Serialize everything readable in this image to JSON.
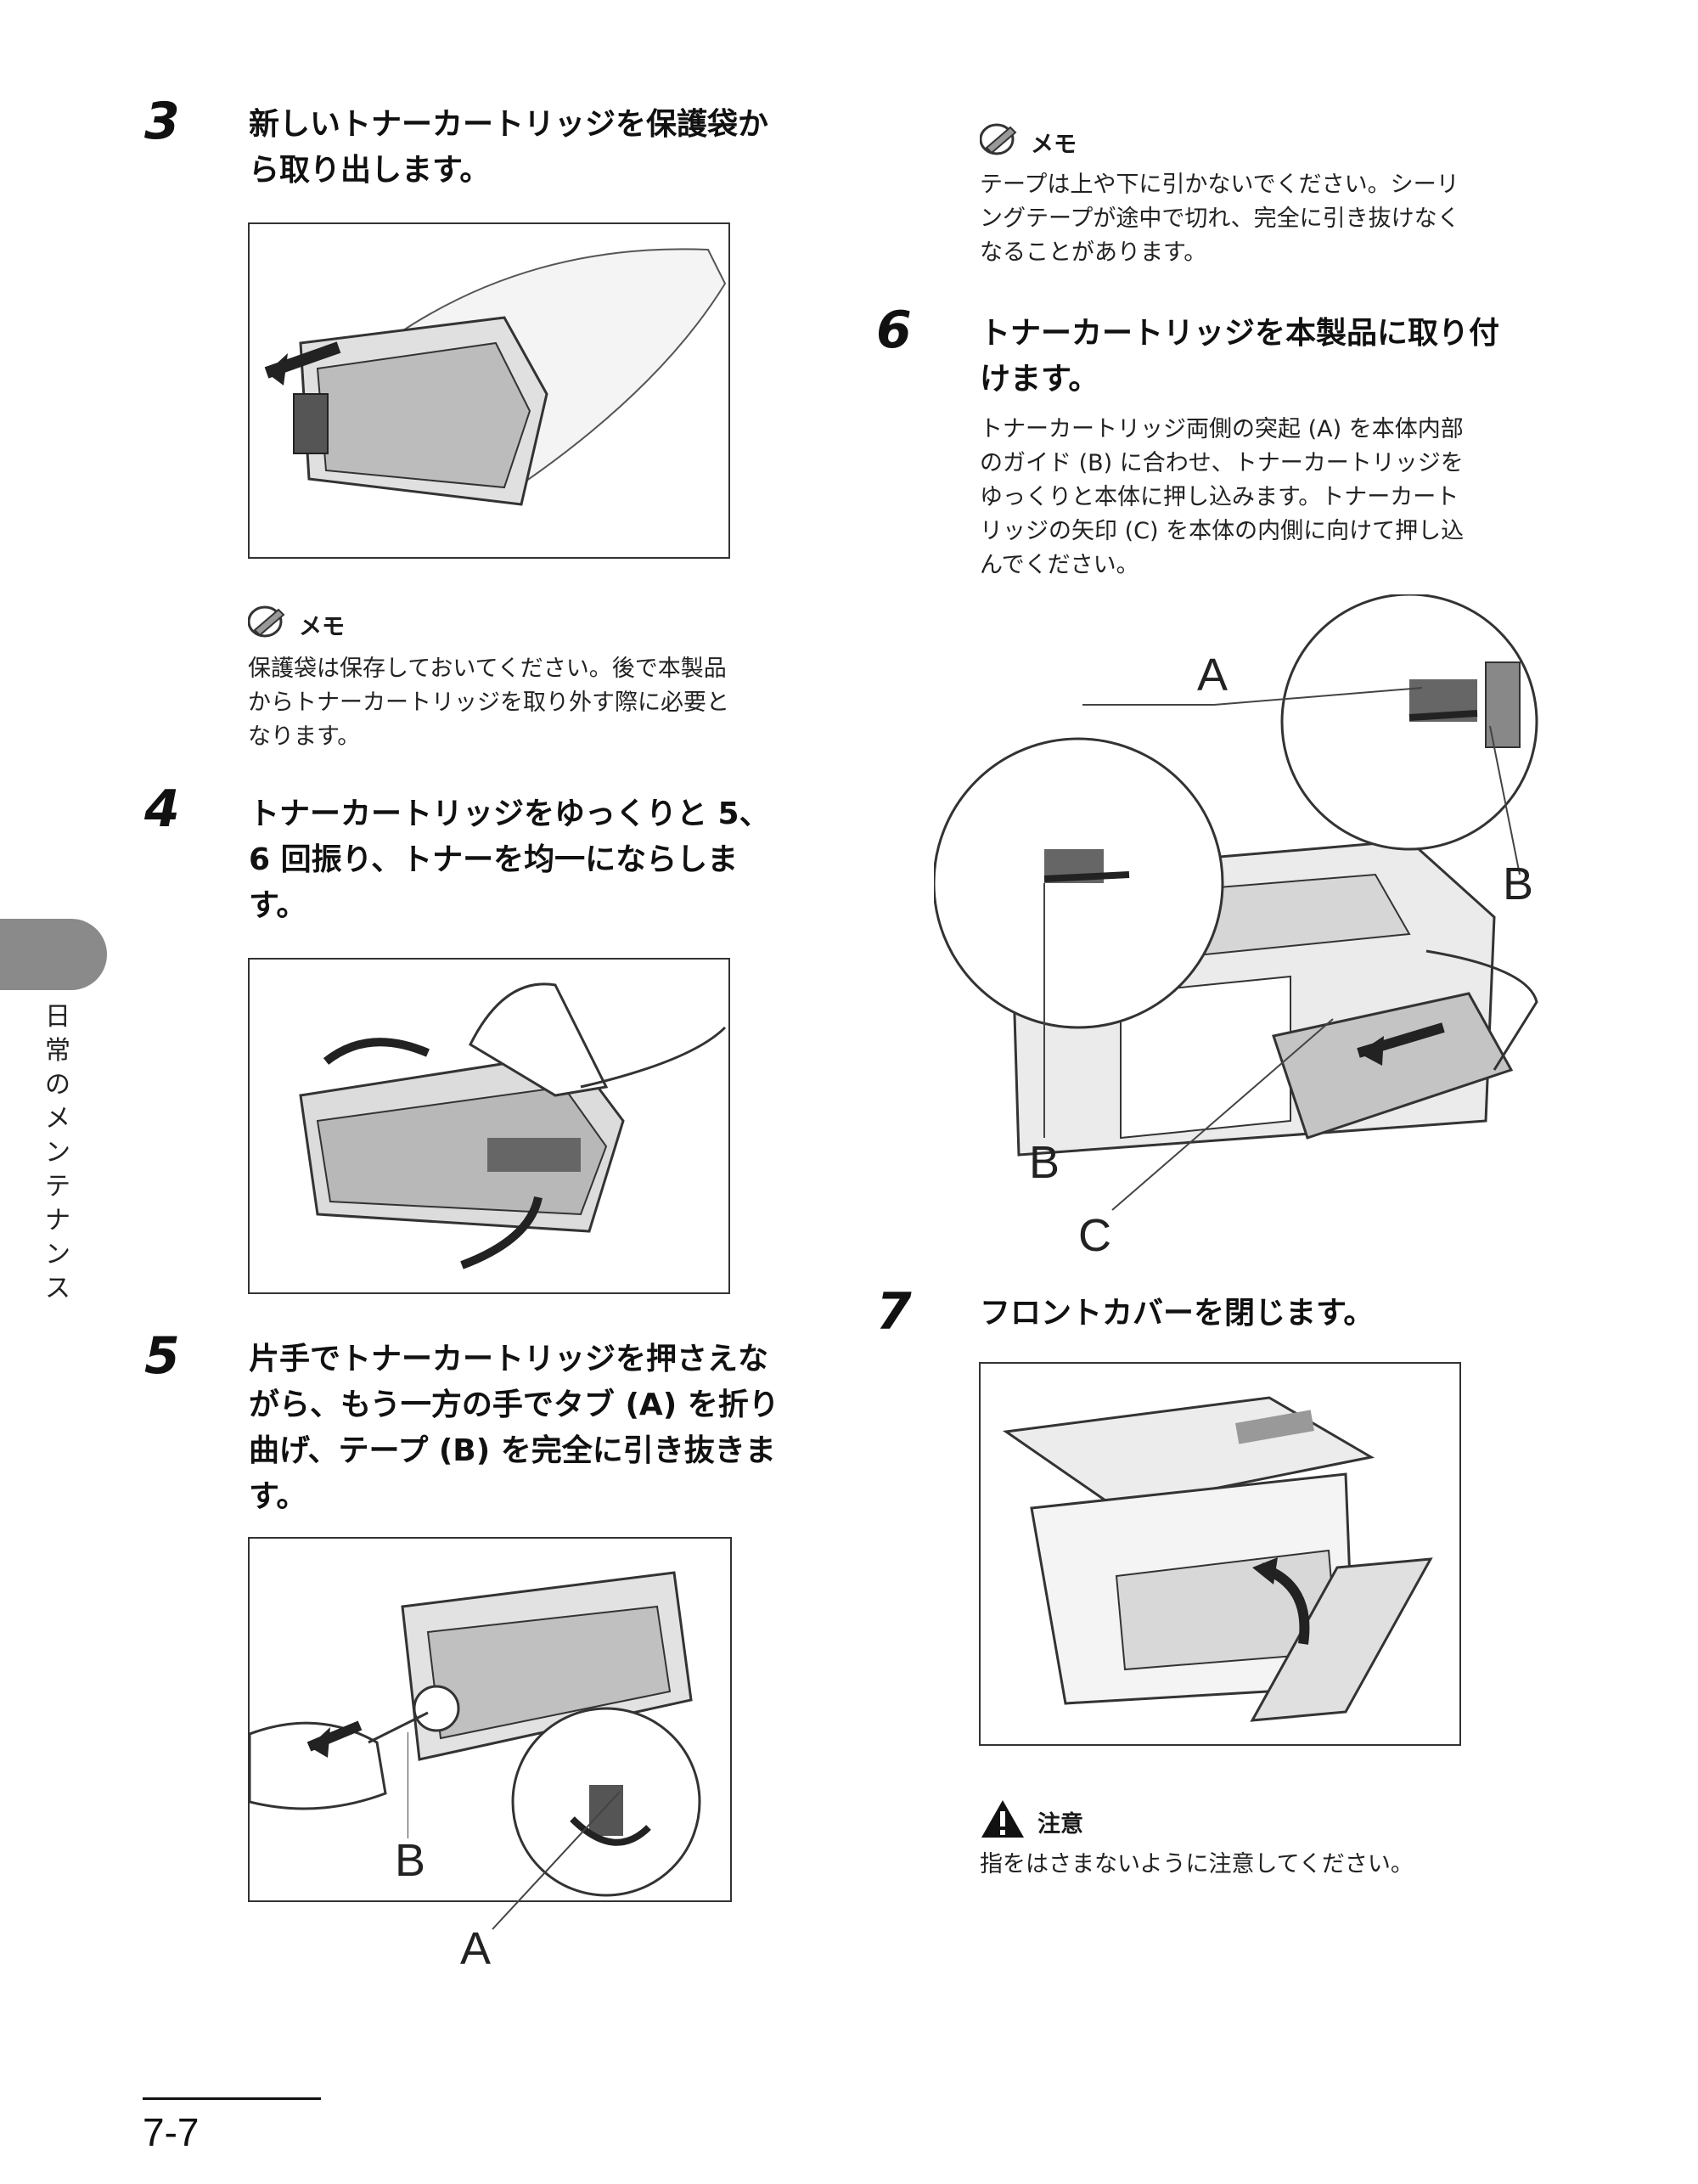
{
  "side_tab": {
    "label": "日常のメンテナンス"
  },
  "page_number": "7-7",
  "steps": [
    {
      "number": "3",
      "title": "新しいトナーカートリッジを保護袋か\nら取り出します。"
    },
    {
      "number": "4",
      "title": "トナーカートリッジをゆっくりと 5、\n6 回振り、トナーを均一にならしま\nす。"
    },
    {
      "number": "5",
      "title": "片手でトナーカートリッジを押さえな\nがら、もう一方の手でタブ (A) を折り\n曲げ、テープ (B) を完全に引き抜きま\nす。"
    },
    {
      "number": "6",
      "title": "トナーカートリッジを本製品に取り付\nけます。",
      "body": "トナーカートリッジ両側の突起 (A) を本体内部\nのガイド (B) に合わせ、トナーカートリッジを\nゆっくりと本体に押し込みます。トナーカート\nリッジの矢印 (C) を本体の内側に向けて押し込\nんでください。"
    },
    {
      "number": "7",
      "title": "フロントカバーを閉じます。"
    }
  ],
  "memos": [
    {
      "label": "メモ",
      "text": "保護袋は保存しておいてください。後で本製品\nからトナーカートリッジを取り外す際に必要と\nなります。"
    },
    {
      "label": "メモ",
      "text": "テープは上や下に引かないでください。シーリ\nングテープが途中で切れ、完全に引き抜けなく\nなることがあります。"
    }
  ],
  "caution": {
    "label": "注意",
    "text": "指をはさまないように注意してください。"
  },
  "figure_labels": {
    "step5": {
      "a": "A",
      "b": "B"
    },
    "step6": {
      "a": "A",
      "b1": "B",
      "b2": "B",
      "c": "C"
    }
  }
}
